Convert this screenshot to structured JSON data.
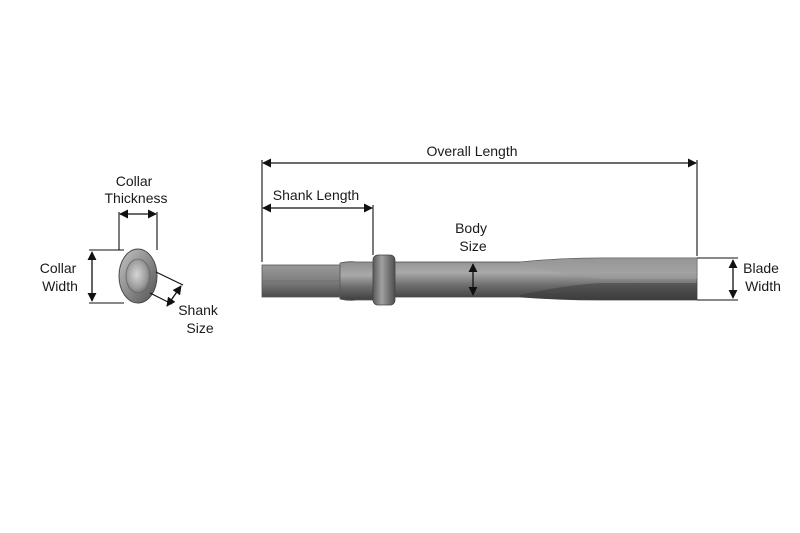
{
  "labels": {
    "overall_length": "Overall Length",
    "shank_length": "Shank Length",
    "body_size": [
      "Body",
      "Size"
    ],
    "collar_thickness": [
      "Collar",
      "Thickness"
    ],
    "collar_width": [
      "Collar",
      "Width"
    ],
    "shank_size": [
      "Shank",
      "Size"
    ],
    "blade_width": [
      "Blade",
      "Width"
    ]
  },
  "colors": {
    "background": "#ffffff",
    "tool_dark": "#4a4a4a",
    "tool_mid": "#7a7a7a",
    "tool_light": "#a8a8a8",
    "line": "#111111",
    "text": "#1a1a1a"
  }
}
